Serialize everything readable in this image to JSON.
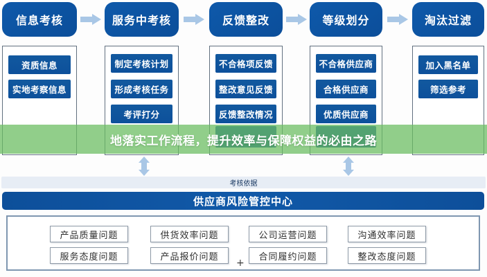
{
  "banner": {
    "title": "地落实工作流程，提升效率与保障权益的必由之路"
  },
  "flow": {
    "columns": [
      {
        "header": "信息考核",
        "items": [
          "资质信息",
          "实地考察信息"
        ]
      },
      {
        "header": "服务中考核",
        "items": [
          "制定考核计划",
          "形成考核任务",
          "考评打分"
        ]
      },
      {
        "header": "反馈整改",
        "items": [
          "不合格项反馈",
          "整改意见反馈",
          "反馈整改情况",
          ""
        ]
      },
      {
        "header": "等级划分",
        "items": [
          "不合格供应商",
          "合格供应商",
          "优质供应商",
          ""
        ]
      },
      {
        "header": "淘汰过滤",
        "items": [
          "加入黑名单",
          "筛选参考"
        ]
      }
    ]
  },
  "basis_bar": {
    "label": "考核依据"
  },
  "center_bar": {
    "label": "供应商风险管控中心"
  },
  "panel": {
    "buttons": [
      "产品质量问题",
      "供货效率问题",
      "公司运营问题",
      "沟通效率问题",
      "服务态度问题",
      "产品报价问题",
      "合同履约问题",
      "整改态度问题"
    ],
    "more_label": "+"
  },
  "colors": {
    "primary_blue": "#0d57a6",
    "arrow_blue": "#a9c7e6",
    "banner_green": "#6abd61",
    "basis_gray": "#e7edf5"
  }
}
